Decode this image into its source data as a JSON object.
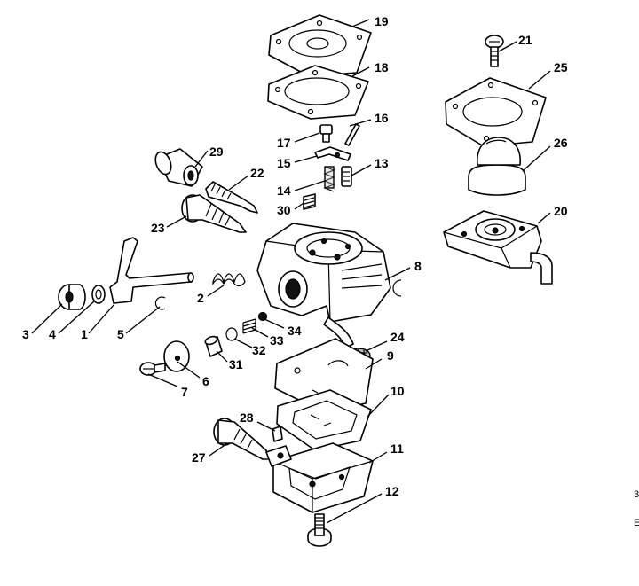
{
  "callouts": {
    "p1": "1",
    "p2": "2",
    "p3": "3",
    "p4": "4",
    "p5": "5",
    "p6": "6",
    "p7": "7",
    "p8": "8",
    "p9": "9",
    "p10": "10",
    "p11": "11",
    "p12": "12",
    "p13": "13",
    "p14": "14",
    "p15": "15",
    "p16": "16",
    "p17": "17",
    "p18": "18",
    "p19": "19",
    "p20": "20",
    "p21": "21",
    "p22": "22",
    "p23": "23",
    "p24": "24",
    "p25": "25",
    "p26": "26",
    "p27": "27",
    "p28": "28",
    "p29": "29",
    "p30": "30",
    "p31": "31",
    "p32": "32",
    "p33": "33",
    "p34": "34"
  },
  "edge_marks": {
    "m1": "3",
    "m2": "E"
  },
  "colors": {
    "line": "#000000",
    "background": "#ffffff",
    "shade": "#bdbdbd"
  }
}
